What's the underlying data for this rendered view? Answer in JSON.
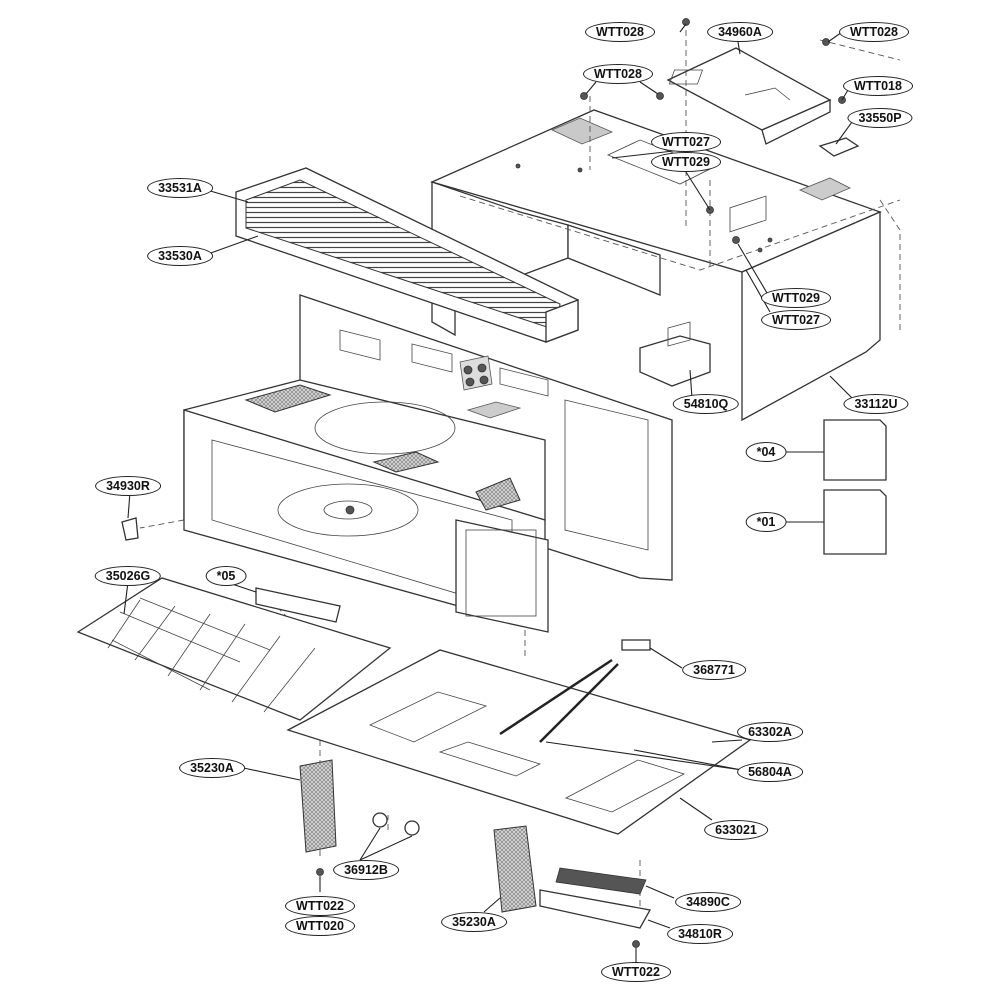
{
  "part_labels": [
    "WTT028",
    "34960A",
    "WTT028",
    "WTT028",
    "WTT018",
    "33550P",
    "WTT027",
    "WTT029",
    "33531A",
    "33530A",
    "WTT029",
    "WTT027",
    "54810Q",
    "33112U",
    "*04",
    "*01",
    "34930R",
    "35026G",
    "*05",
    "368771",
    "63302A",
    "56804A",
    "35230A",
    "633021",
    "36912B",
    "34890C",
    "WTT022",
    "WTT020",
    "35230A",
    "34810R",
    "WTT022"
  ]
}
